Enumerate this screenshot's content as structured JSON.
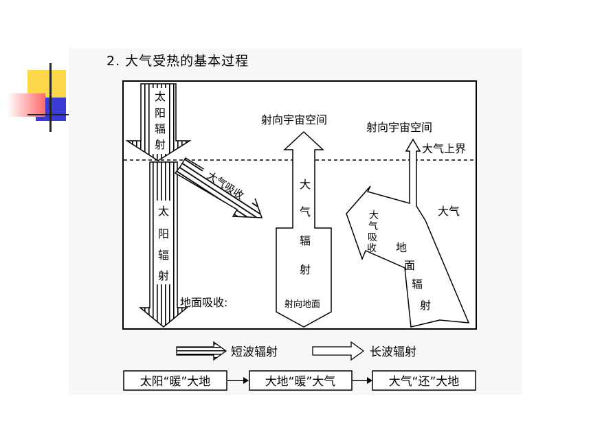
{
  "title": "2. 大气受热的基本过程",
  "diagram": {
    "sun_radiation_top": [
      "太",
      "阳",
      "辐",
      "射"
    ],
    "sun_radiation_bottom": [
      "太",
      "阳",
      "辐",
      "射"
    ],
    "atmos_absorb_short": "大气吸收",
    "ground_absorb": "地面吸收:",
    "to_space_left": "射向宇宙空间",
    "to_space_right": "射向宇宙空间",
    "atmos_top_boundary": "大气上界",
    "atmosphere": "大气",
    "atmos_radiation": [
      "大",
      "气",
      "辐",
      "射"
    ],
    "to_ground": "射向地面",
    "atmos_absorb_long": [
      "大",
      "气",
      "吸",
      "收"
    ],
    "ground_radiation": [
      "地",
      "面",
      "辐",
      "射"
    ]
  },
  "legend": {
    "short_wave": "短波辐射",
    "long_wave": "长波辐射"
  },
  "process": {
    "step1": "太阳“暖”大地",
    "step2": "大地“暖”大气",
    "step3": "大气“还”大地"
  }
}
